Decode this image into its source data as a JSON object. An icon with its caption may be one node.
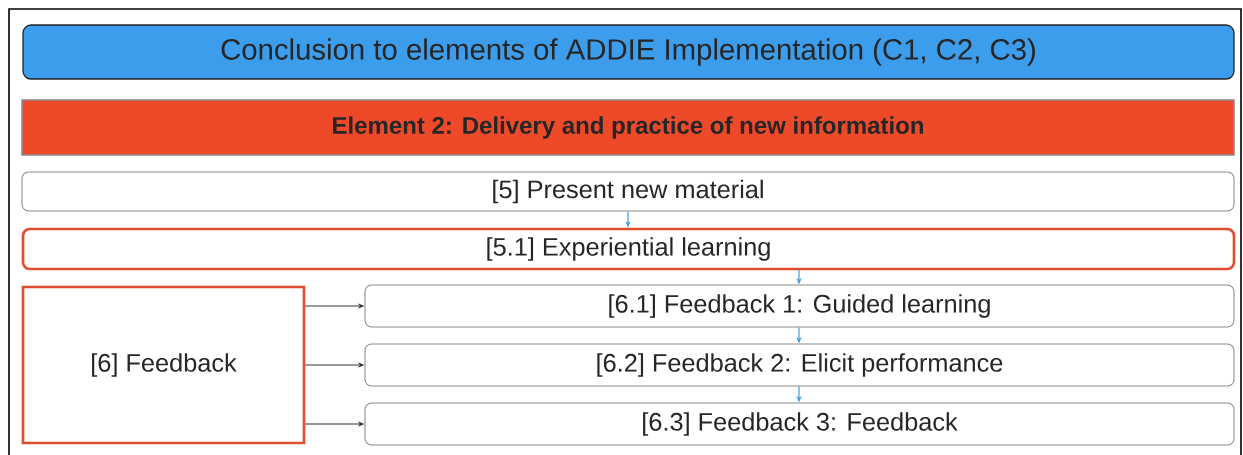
{
  "diagram": {
    "nodes": [
      {
        "text": [
          "Conclusion to elements of ADDIE Implementation (C1, C2, C3)"
        ]
      },
      {
        "text": [
          "Element 2: Delivery and practice of new information"
        ]
      },
      {
        "text": [
          "[5] Present new material"
        ]
      },
      {
        "text": [
          "[5.1] Experiential learning"
        ]
      },
      {
        "text": [
          "[6] Feedback"
        ]
      },
      {
        "text": [
          "[6.1] Feedback 1: Guided learning"
        ]
      },
      {
        "text": [
          "[6.2] Feedback 2: Elicit performance"
        ]
      },
      {
        "text": [
          "[6.3] Feedback 3: Feedback"
        ]
      }
    ],
    "edges": [
      {
        "from": 2,
        "to": 3,
        "arrow": "to"
      },
      {
        "from": 3,
        "to": 5,
        "arrow": "to"
      },
      {
        "from": 5,
        "to": 6,
        "arrow": "to"
      },
      {
        "from": 6,
        "to": 7,
        "arrow": "to"
      },
      {
        "from": 4,
        "to": 5,
        "arrow": "to",
        "color": "#333333"
      },
      {
        "from": 4,
        "to": 6,
        "arrow": "to",
        "color": "#333333"
      },
      {
        "from": 4,
        "to": 7,
        "arrow": "to",
        "color": "#333333"
      }
    ]
  }
}
